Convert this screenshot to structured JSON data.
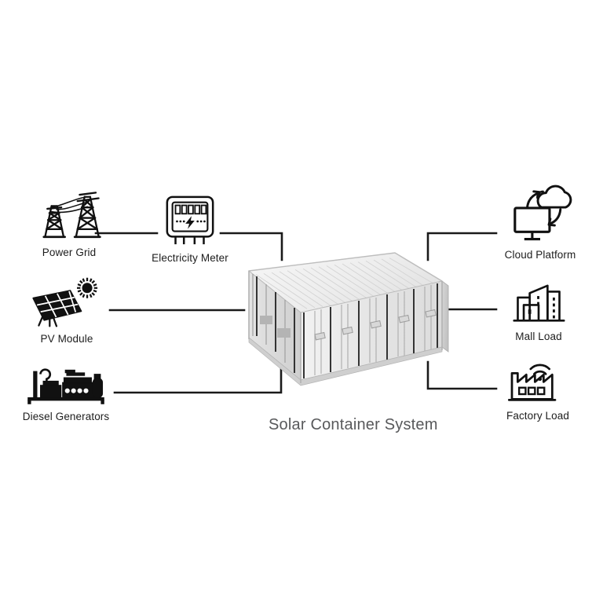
{
  "diagram": {
    "title": "Solar Container System",
    "title_color": "#58595b",
    "background": "#ffffff",
    "line_color": "#1a1a1a",
    "icon_color": "#111111",
    "label_color": "#1d1d1d",
    "center": {
      "name": "solar-container-system",
      "label": "Solar Container System",
      "object": "shipping-container",
      "door_panels": 5,
      "color": "#e9e9e9"
    },
    "left_nodes": [
      {
        "id": "power-grid",
        "label": "Power Grid",
        "icon": "transmission-tower-icon",
        "connection": "elbow-right-down"
      },
      {
        "id": "electricity-meter",
        "label": "Electricity Meter",
        "icon": "electricity-meter-icon",
        "connection": "elbow-right-down"
      },
      {
        "id": "pv-module",
        "label": "PV Module",
        "icon": "solar-panel-sun-icon",
        "connection": "straight-right"
      },
      {
        "id": "diesel-generators",
        "label": "Diesel Generators",
        "icon": "generator-icon",
        "connection": "elbow-right-up"
      }
    ],
    "right_nodes": [
      {
        "id": "cloud-platform",
        "label": "Cloud Platform",
        "icon": "cloud-monitor-icon",
        "connection": "elbow-up-right"
      },
      {
        "id": "mall-load",
        "label": "Mall Load",
        "icon": "city-buildings-icon",
        "connection": "straight-right"
      },
      {
        "id": "factory-load",
        "label": "Factory Load",
        "icon": "factory-wifi-icon",
        "connection": "elbow-up-right"
      }
    ]
  }
}
